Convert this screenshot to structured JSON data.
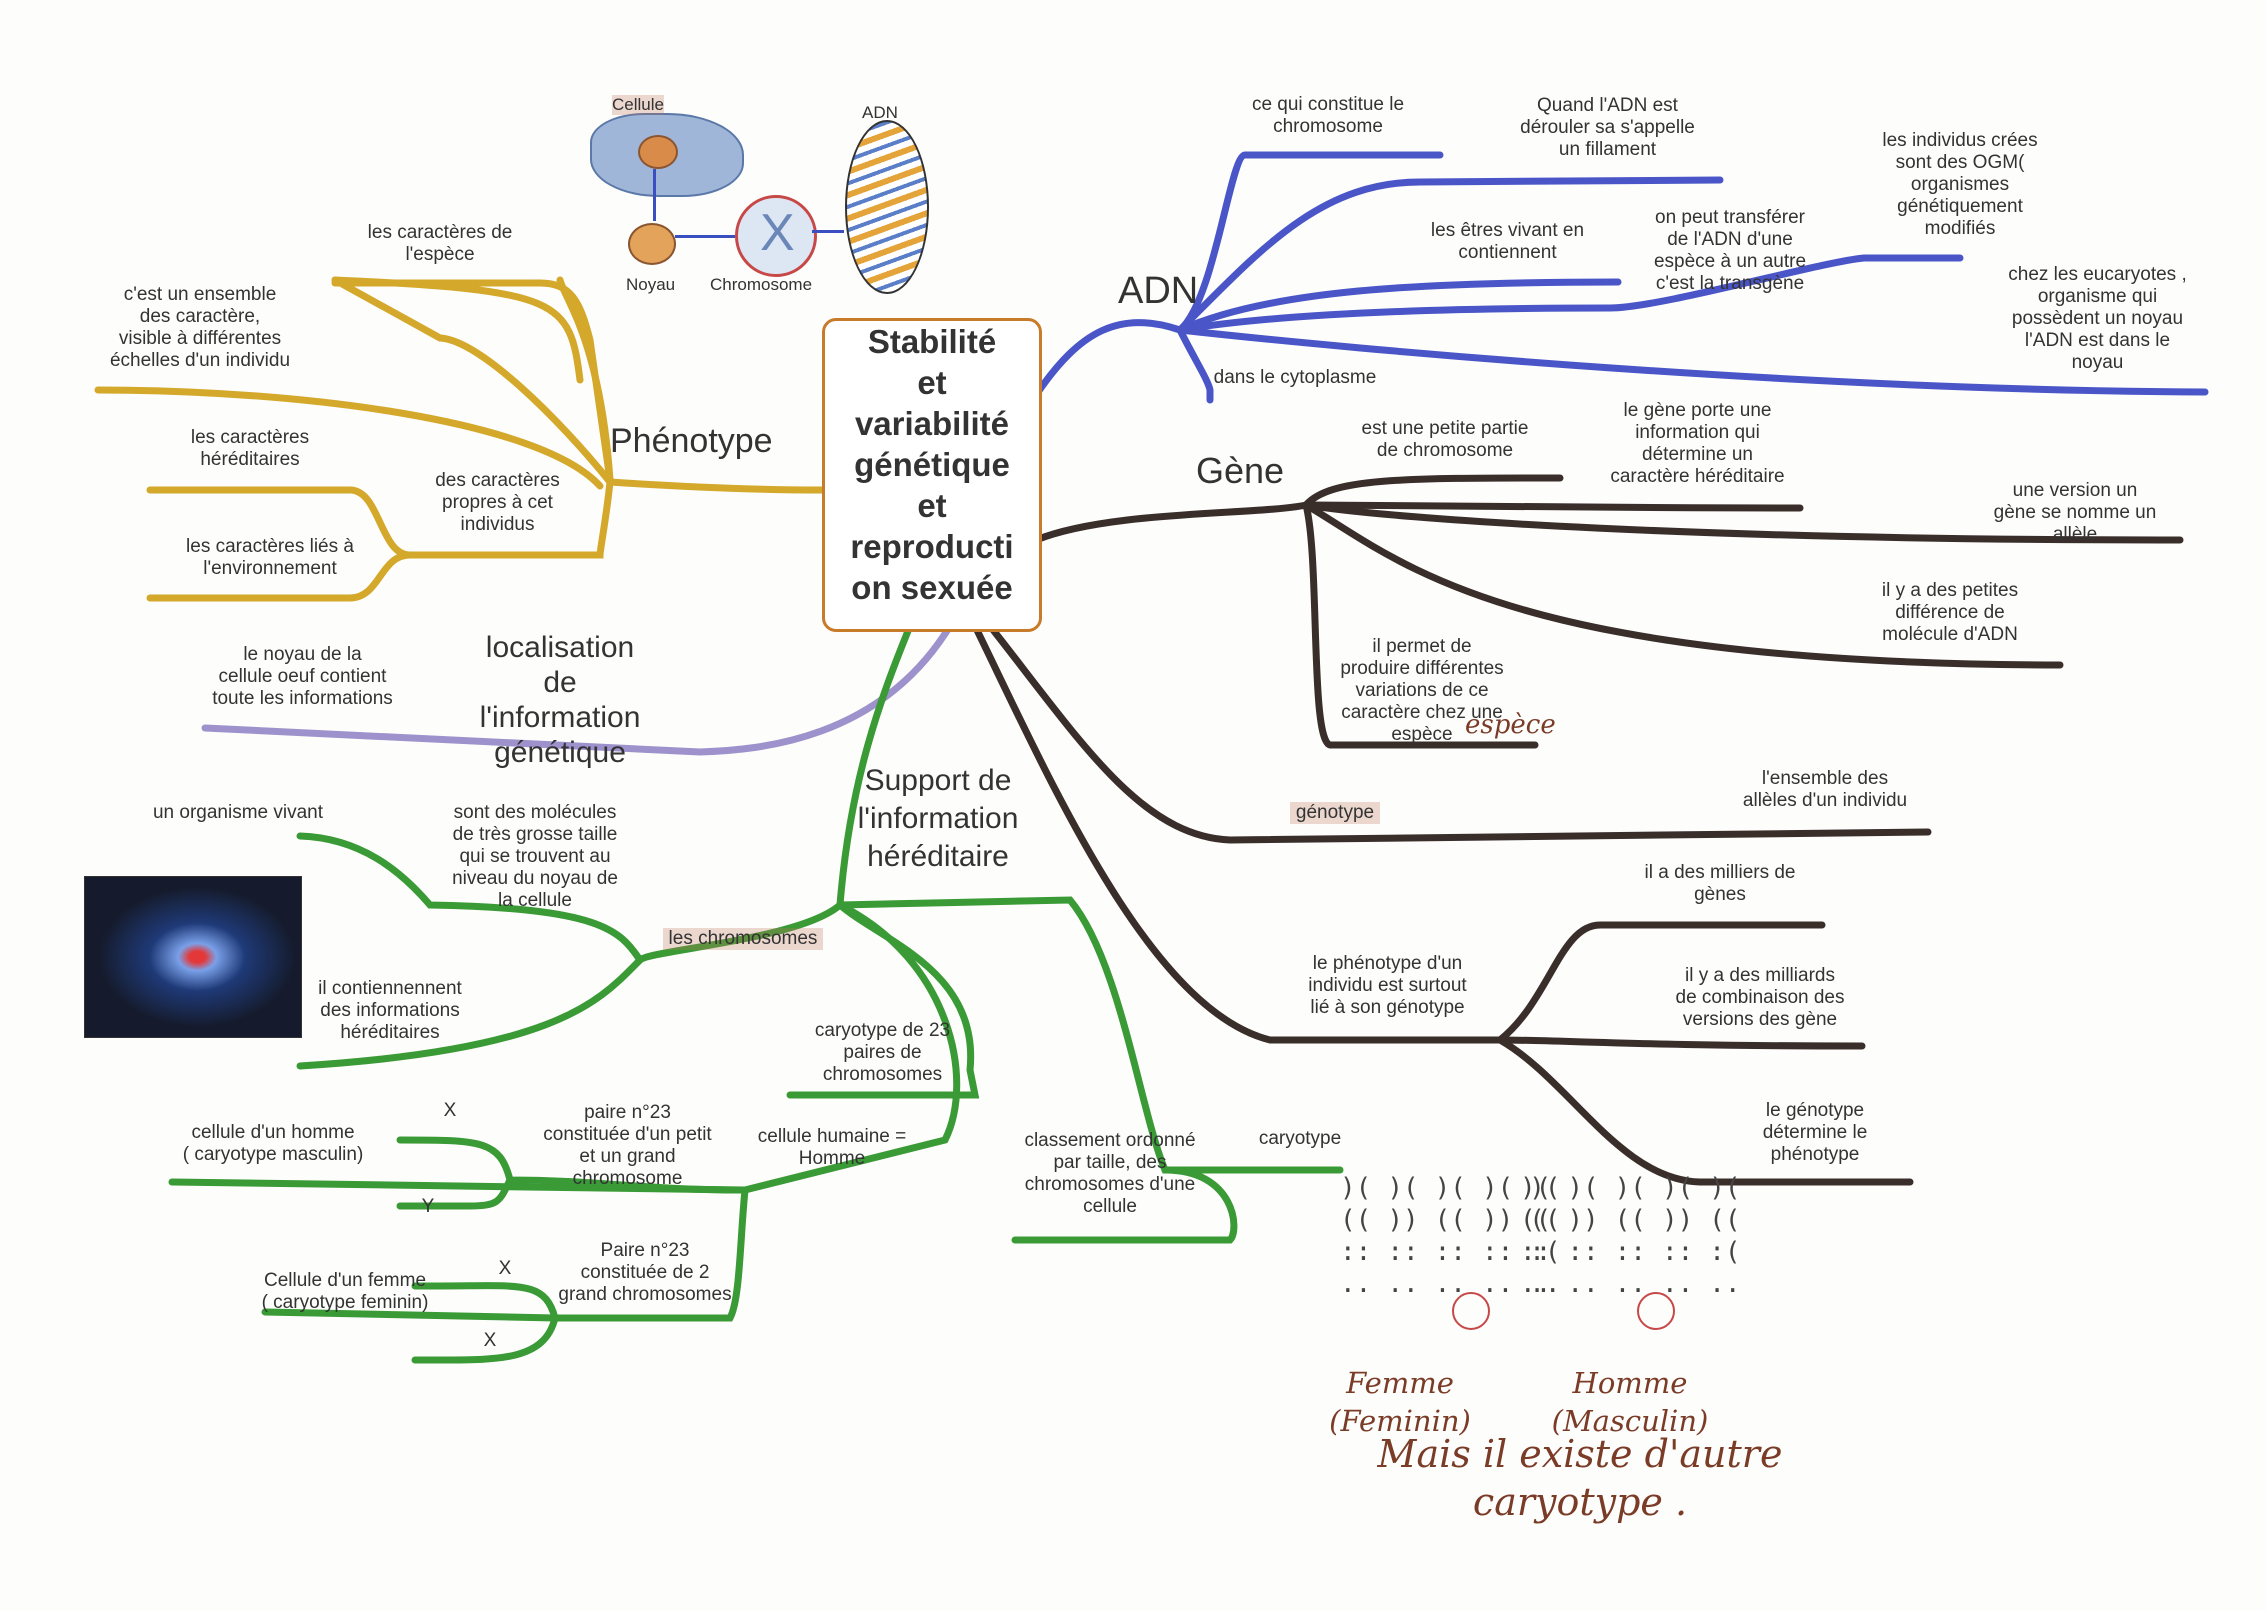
{
  "center": {
    "title": "Stabilité\net\nvariabilité\ngénétique\net\nreproducti\non sexuée"
  },
  "colors": {
    "phenotype": "#d4a82a",
    "adn": "#4a56c8",
    "gene": "#3a2e2b",
    "support": "#3a9a36",
    "localisation": "#9e92cc",
    "center_border": "#c87c2a"
  },
  "branches": {
    "phenotype": "Phénotype",
    "adn": "ADN",
    "gene": "Gène",
    "localisation": "localisation\nde\nl'information\ngénétique",
    "support": "Support de\nl'information\nhéréditaire"
  },
  "illustration": {
    "cellule": "Cellule",
    "adn": "ADN",
    "noyau": "Noyau",
    "chromosome": "Chromosome"
  },
  "phenotype": {
    "caracteres_espece": "les caractères de\nl'espèce",
    "ensemble": "c'est un ensemble\ndes caractère,\nvisible à différentes\néchelles d'un individu",
    "hereditaires": "les caractères\nhéréditaires",
    "propres": "des caractères\npropres à cet\nindividus",
    "environnement": "les caractères liés à\nl'environnement"
  },
  "localisation": {
    "noyau": "le noyau de la\ncellule oeuf contient\ntoute les informations"
  },
  "adn": {
    "constitue": "ce qui constitue le\nchromosome",
    "deroule": "Quand l'ADN est\ndérouler sa s'appelle\nun fillament",
    "contiennent": "les êtres vivant en\ncontiennent",
    "transgene": "on peut transférer\nde l'ADN d'une\nespèce à un autre\nc'est la transgène",
    "ogm": "les individus crées\nsont des OGM(\norganismes\ngénétiquement\nmodifiés",
    "eucaryotes": "chez les eucaryotes ,\norganisme qui\npossèdent un noyau\nl'ADN est dans le\nnoyau",
    "cytoplasme": "dans le cytoplasme"
  },
  "gene": {
    "partie": "est une petite partie\nde chromosome",
    "porte": "le gène porte une\ninformation qui\ndétermine un\ncaractère héréditaire",
    "allele": "une version un\ngène se nomme un\nallèle",
    "differences": "il y a des petites\ndifférence de\nmolécule d'ADN",
    "variations": "il permet de\nproduire différentes\nvariations de ce\ncaractère chez une\nespèce",
    "espece_hand": "espèce",
    "genotype": "génotype",
    "ensemble_alleles": "l'ensemble des\nallèles d'un individu",
    "milliers": "il a des milliers de\ngènes",
    "phenotype_lie": "le phénotype d'un\nindividu est surtout\nlié à son génotype",
    "milliards": "il y a des milliards\nde combinaison des\nversions des gène",
    "determine": "le génotype\ndétermine le\nphénotype"
  },
  "support": {
    "organisme": "un organisme vivant",
    "molecules": "sont des molécules\nde très grosse taille\nqui se trouvent au\nniveau du noyau de\nla cellule",
    "chromosomes": "les chromosomes",
    "contiennent": "il contiennennent\ndes informations\nhéréditaires",
    "paires": "caryotype de 23\npaires de\nchromosomes",
    "cellule_humaine": "cellule humaine =\nHomme",
    "homme": "cellule d'un homme\n( caryotype masculin)",
    "paire_homme": "paire n°23\nconstituée d'un petit\net un grand\nchromosome",
    "femme": "Cellule d'un femme\n( caryotype feminin)",
    "paire_femme": "Paire n°23\nconstituée de 2\ngrand chromosomes",
    "x1": "X",
    "y": "Y",
    "x2": "X",
    "x3": "X",
    "classement": "classement ordonné\npar taille, des\nchromosomes d'une\ncellule",
    "caryotype": "caryotype"
  },
  "karyotypes": {
    "femme_hand": "Femme\n(Feminin)",
    "homme_hand": "Homme\n(Masculin)",
    "note_hand": "Mais il existe d'autre\ncaryotype ."
  }
}
